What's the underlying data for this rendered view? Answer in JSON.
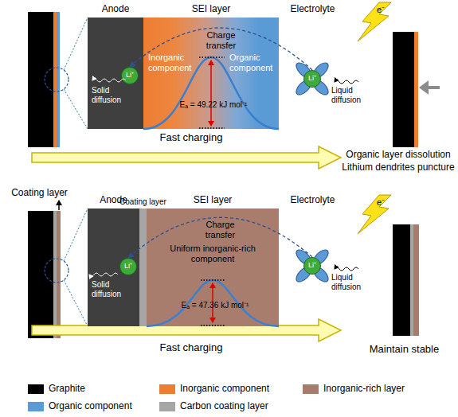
{
  "diagram": {
    "nodes": [
      {
        "text": [
          "Anode",
          "Solid diffusion"
        ]
      },
      {
        "text": [
          "Li⁺"
        ],
        "in": 0
      },
      {
        "text": [
          "SEI layer",
          "Inorganic component",
          "Organic component",
          "Eₐ = 49.22 kJ mol⁻¹"
        ]
      },
      {
        "text": [
          "Li⁺"
        ]
      },
      {
        "text": [
          "Anode",
          "Solid diffusion"
        ]
      },
      {
        "text": [
          "Li⁺"
        ],
        "in": 4
      },
      {
        "text": [
          "Coating layer"
        ]
      },
      {
        "text": [
          "SEI layer",
          "Uniform inorganic-rich component",
          "Eₐ = 47.36 kJ mol⁻¹"
        ]
      },
      {
        "text": [
          "Li⁺"
        ]
      }
    ],
    "edges": [
      {
        "from": 3,
        "to": 1,
        "arrow": "to",
        "label": "Charge transfer"
      },
      {
        "from": 8,
        "to": 5,
        "arrow": "to",
        "label": "Charge transfer"
      }
    ],
    "labels": [
      "Electrolyte",
      "Liquid diffusion",
      "e⁻",
      "Organic layer dissolution",
      "Lithium dendrites puncture",
      "Fast charging",
      "Coating layer",
      "Electrolyte",
      "Liquid diffusion",
      "e⁻",
      "Maintain stable",
      "Fast charging"
    ],
    "legend": [
      {
        "text": "Graphite",
        "color": "#000000"
      },
      {
        "text": "Inorganic component",
        "color": "#ED7D31"
      },
      {
        "text": "Inorganic-rich layer",
        "color": "#A67D6D"
      },
      {
        "text": "Organic component",
        "color": "#5B9BD5"
      },
      {
        "text": "Carbon coating layer",
        "color": "#A6A6A6"
      }
    ]
  }
}
